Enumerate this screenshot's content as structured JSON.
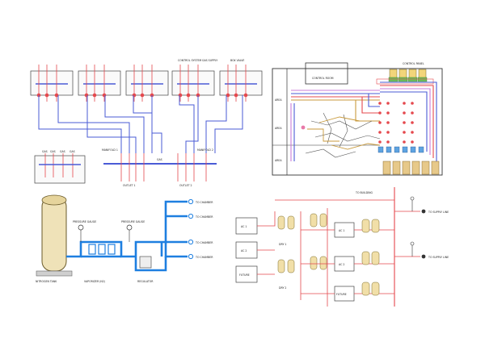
{
  "tl": {
    "top_note_1": "CONTROL SYSTEM",
    "top_note_2": "GAS SUPPLY",
    "top_note_3": "BOX VALVE",
    "manifold_left": "MANIFOLD 1",
    "manifold_right": "MANIFOLD 2",
    "outlet_left": "OUTLET 1",
    "outlet_right": "OUTLET 2",
    "bus_label": "GAS",
    "panel_tags": [
      "GAS",
      "GAS",
      "GAS",
      "GAS"
    ]
  },
  "tr": {
    "title": "CONTROL PANEL",
    "room_label": "CONTROL ROOM",
    "side_labels": [
      "AREA",
      "AREA",
      "AREA"
    ]
  },
  "bl": {
    "tank_label": "NITROGEN TANK",
    "vaporizer_label": "VAPORIZER (N2)",
    "pressure_label_1": "PRESSURE GAUGE",
    "pressure_label_2": "PRESSURE GAUGE",
    "regulator_label": "REGULATOR",
    "outlets": [
      "TO CHAMBER",
      "TO CHAMBER",
      "TO CHAMBER",
      "TO CHAMBER"
    ]
  },
  "br": {
    "header": "TO BUILDING",
    "units_left": [
      "AC 1",
      "AC 2",
      "FUTURE"
    ],
    "units_right": [
      "AC 1",
      "AC 2",
      "FUTURE"
    ],
    "dry_labels": [
      "DRY 1",
      "DRY 2"
    ],
    "out_top": "TO SUPPLY LINE",
    "out_bottom": "TO SUPPLY LINE"
  }
}
